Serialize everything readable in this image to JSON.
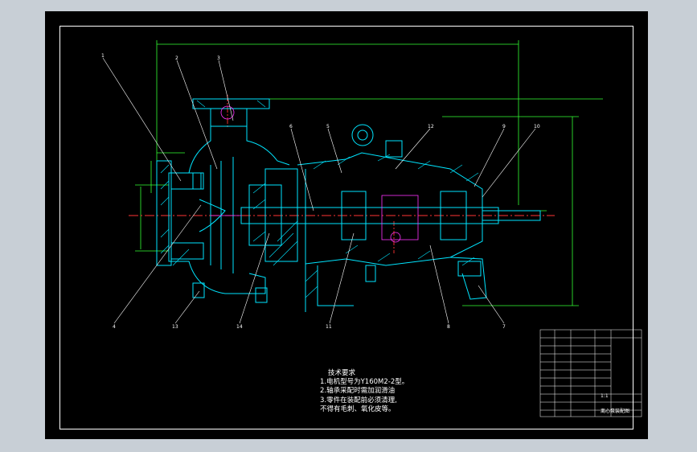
{
  "drawing": {
    "tech_req_title": "技术要求",
    "tech_req_lines": [
      "1.电机型号为Y160M2-2型。",
      "2.轴承采配时需加润滑油",
      "3.零件在装配前必须清理,",
      "不得有毛刺、氧化皮等。"
    ],
    "title_block_name": "离心泵装配图",
    "title_block_scale": "1:1",
    "callouts": [
      "1",
      "2",
      "3",
      "4",
      "5",
      "6",
      "7",
      "8",
      "9",
      "10",
      "11",
      "12",
      "13",
      "14"
    ]
  },
  "colors": {
    "sheet": "#000000",
    "outline": "#ffffff",
    "section": "#00e5ff",
    "dimension": "#33ff33",
    "centerline": "#ff3333",
    "hidden": "#ff33ff"
  }
}
